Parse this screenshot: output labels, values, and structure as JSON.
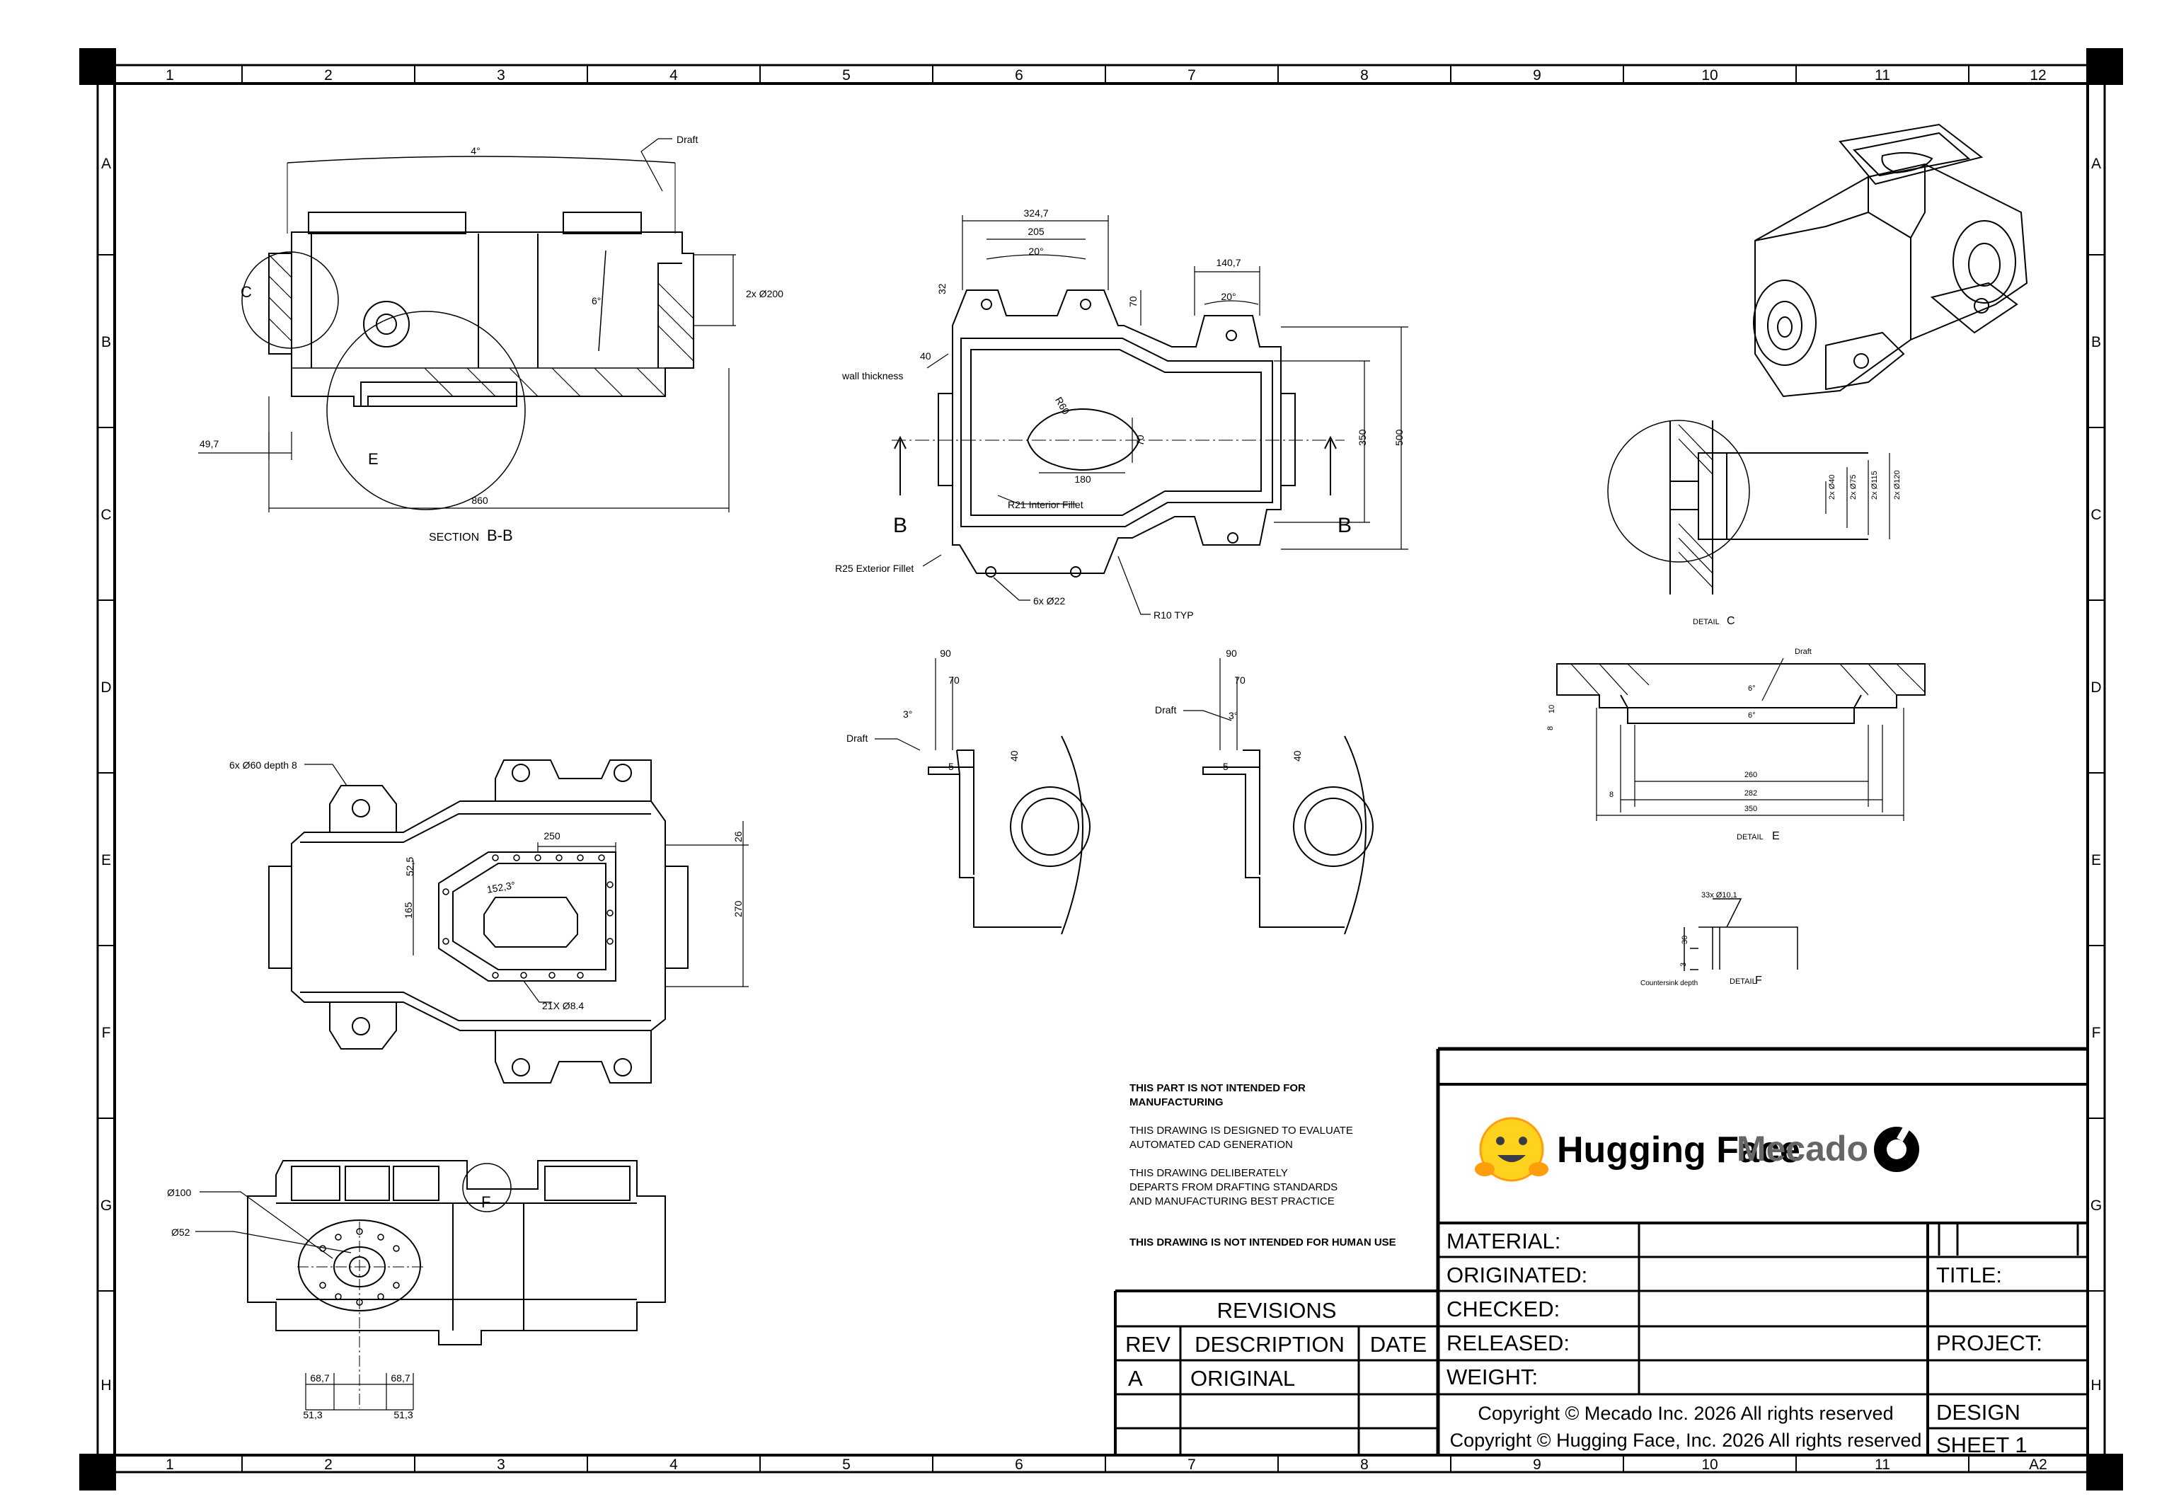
{
  "grid": {
    "columns": [
      "1",
      "2",
      "3",
      "4",
      "5",
      "6",
      "7",
      "8",
      "9",
      "10",
      "11",
      "12"
    ],
    "rows": [
      "A",
      "B",
      "C",
      "D",
      "E",
      "F",
      "G",
      "H"
    ],
    "sheet_size": "A2"
  },
  "views": {
    "section_bb": {
      "title_prefix": "SECTION",
      "title_id": "B-B",
      "dim_top": "4°",
      "draft": "Draft",
      "circle_c": "C",
      "circle_e": "E",
      "dim_6": "6°",
      "dim_d200": "2x Ø200",
      "dim_49": "49,7",
      "dim_860": "860"
    },
    "top_view": {
      "d324": "324,7",
      "d205": "205",
      "d20a": "20°",
      "d140": "140,7",
      "d20b": "20°",
      "d32": "32",
      "d70": "70",
      "d40": "40",
      "wall": "wall thickness",
      "r60": "R60",
      "d70b": "70",
      "d180": "180",
      "d350": "350",
      "d500": "500",
      "r21": "R21 Interior Fillet",
      "r25": "R25 Exterior Fillet",
      "d6x22": "6x Ø22",
      "r10": "R10 TYP",
      "sec_b_left": "B",
      "sec_b_right": "B"
    },
    "bottom_view": {
      "d6x60": "6x Ø60 depth 8",
      "d250": "250",
      "d26": "26",
      "d52": "52,5",
      "d152": "152,3°",
      "d165": "165",
      "d270": "270",
      "d21x": "21X Ø8.4"
    },
    "draft_details": {
      "d90a": "90",
      "d70a": "70",
      "d3a": "3°",
      "drafta": "Draft",
      "d5a": "5",
      "d40a": "40",
      "d90b": "90",
      "d70b": "70",
      "draftb": "Draft",
      "d3b": "3°",
      "d5b": "5",
      "d40b": "40"
    },
    "side_view": {
      "d100": "Ø100",
      "d52": "Ø52",
      "circle_f": "F",
      "d68a": "68,7",
      "d68b": "68,7",
      "d51a": "51,3",
      "d51b": "51,3"
    },
    "detail_c": {
      "title_prefix": "DETAIL",
      "title_id": "C",
      "d40": "2x Ø40",
      "d75": "2x Ø75",
      "d115": "2x Ø115",
      "d120": "2x Ø120"
    },
    "detail_e": {
      "title_prefix": "DETAIL",
      "title_id": "E",
      "draft": "Draft",
      "d6a": "6°",
      "d6b": "6°",
      "d10": "10",
      "d8v": "8",
      "d260": "260",
      "d282": "282",
      "d8": "8",
      "d350": "350"
    },
    "detail_f": {
      "title_prefix": "DETAIL",
      "title_id": "F",
      "d33x": "33x Ø10,1",
      "d30": "30",
      "d3": "3",
      "cs": "Countersink depth"
    }
  },
  "notes": [
    "THIS PART IS NOT INTENDED FOR",
    "MANUFACTURING",
    "THIS DRAWING IS DESIGNED TO EVALUATE",
    "AUTOMATED CAD GENERATION",
    "THIS DRAWING DELIBERATELY",
    "DEPARTS FROM DRAFTING STANDARDS",
    "AND MANUFACTURING BEST PRACTICE",
    "THIS DRAWING IS NOT INTENDED FOR HUMAN USE"
  ],
  "title_block": {
    "logo_left": "Hugging Face",
    "logo_right": "Mecado",
    "fields": [
      "MATERIAL:",
      "ORIGINATED:",
      "CHECKED:",
      "RELEASED:",
      "WEIGHT:"
    ],
    "title_label": "TITLE:",
    "project_label": "PROJECT:",
    "design_label": "DESIGN",
    "sheet_label": "SHEET 1",
    "copyright_1": "Copyright © Mecado Inc. 2026 All rights reserved",
    "copyright_2": "Copyright © Hugging Face, Inc. 2026 All rights reserved",
    "revisions": {
      "title": "REVISIONS",
      "headers": [
        "REV",
        "DESCRIPTION",
        "DATE"
      ],
      "rows": [
        [
          "A",
          "ORIGINAL",
          ""
        ]
      ]
    }
  }
}
